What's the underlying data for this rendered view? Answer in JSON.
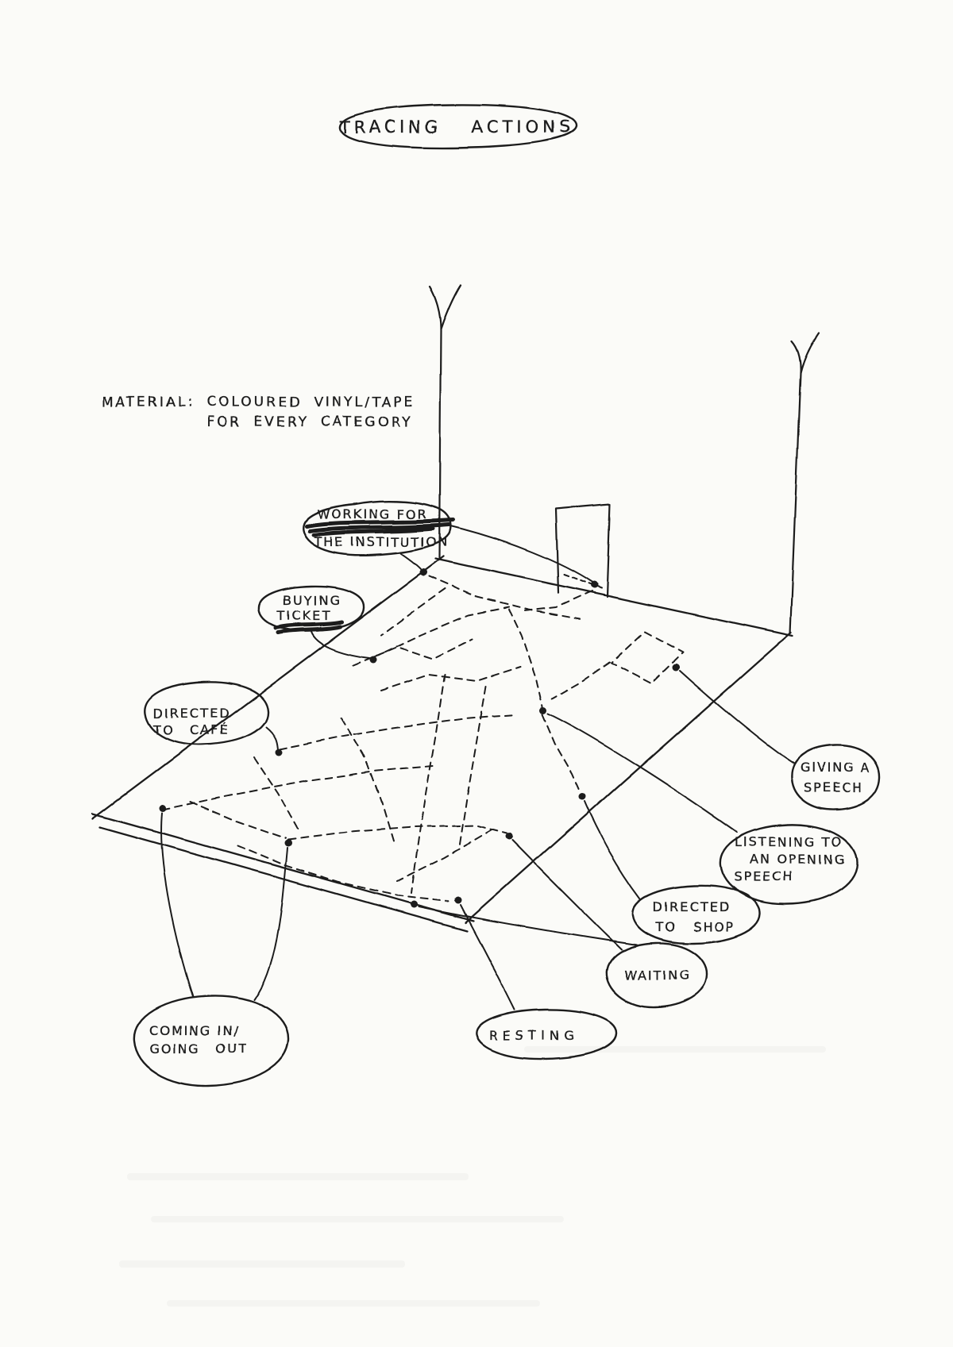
{
  "colors": {
    "ink": "#1c1c1c",
    "paper": "#fbfbf8"
  },
  "title": {
    "label": "TRACING ACTIONS"
  },
  "material_note": {
    "line1": "MATERIAL: COLOURED VINYL/TAPE",
    "line2": "FOR EVERY CATEGORY"
  },
  "bubbles": {
    "working": {
      "line1": "WORKING FOR",
      "line2": "THE INSTITUTION",
      "crossed_out_word": true
    },
    "buying": {
      "line1": "BUYING",
      "line2": "TICKET",
      "crossed_out_word": true
    },
    "cafe": {
      "line1": "DIRECTED",
      "line2": "TO CAFÉ"
    },
    "giving": {
      "line1": "GIVING A",
      "line2": "SPEECH"
    },
    "listening": {
      "line1": "LISTENING TO",
      "line2": "AN OPENING",
      "line3": "SPEECH"
    },
    "shop": {
      "line1": "DIRECTED",
      "line2": "TO SHOP"
    },
    "waiting": {
      "line1": "WAITING"
    },
    "resting": {
      "line1": "RESTING"
    },
    "coming": {
      "line1": "COMING IN/",
      "line2": "GOING OUT"
    }
  }
}
